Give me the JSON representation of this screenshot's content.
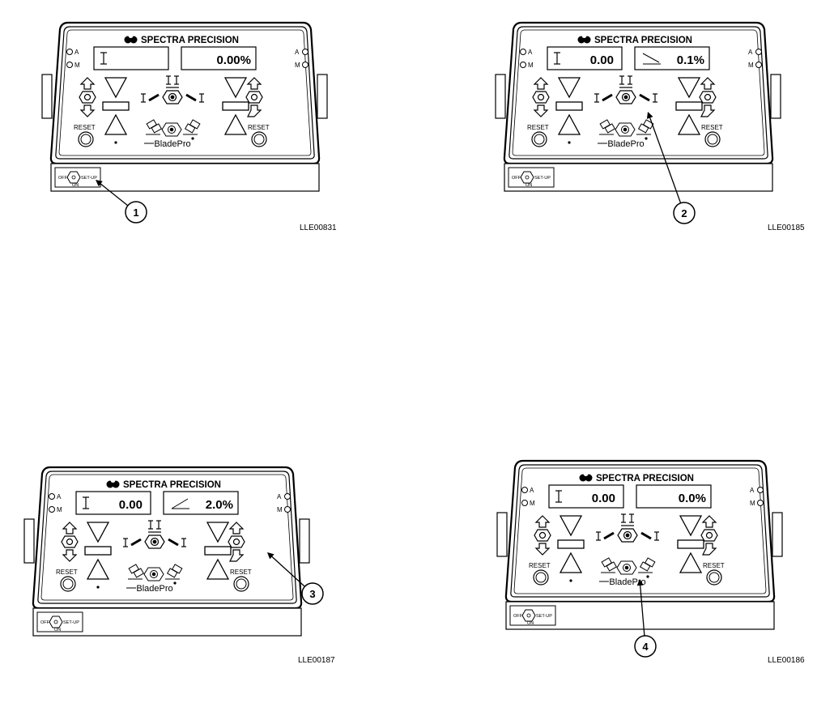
{
  "panels": [
    {
      "brand": "SPECTRA PRECISION",
      "led_a": "A",
      "led_m": "M",
      "display_left": "",
      "display_right": "0.00%",
      "slope_symbol": "none",
      "reset_left": "RESET",
      "reset_right": "RESET",
      "product": "BladePro",
      "switch_off": "OFF",
      "switch_setup": "SET-UP",
      "switch_on": "ON",
      "callout": "1",
      "figure_code": "LLE00831"
    },
    {
      "brand": "SPECTRA PRECISION",
      "led_a": "A",
      "led_m": "M",
      "display_left": "0.00",
      "display_right": "0.1%",
      "slope_symbol": "down",
      "reset_left": "RESET",
      "reset_right": "RESET",
      "product": "BladePro",
      "switch_off": "OFF",
      "switch_setup": "SET-UP",
      "switch_on": "ON",
      "callout": "2",
      "figure_code": "LLE00185"
    },
    {
      "brand": "SPECTRA PRECISION",
      "led_a": "A",
      "led_m": "M",
      "display_left": "0.00",
      "display_right": "2.0%",
      "slope_symbol": "up",
      "reset_left": "RESET",
      "reset_right": "RESET",
      "product": "BladePro",
      "switch_off": "OFF",
      "switch_setup": "SET-UP",
      "switch_on": "ON",
      "callout": "3",
      "figure_code": "LLE00187"
    },
    {
      "brand": "SPECTRA PRECISION",
      "led_a": "A",
      "led_m": "M",
      "display_left": "0.00",
      "display_right": "0.0%",
      "slope_symbol": "none",
      "reset_left": "RESET",
      "reset_right": "RESET",
      "product": "BladePro",
      "switch_off": "OFF",
      "switch_setup": "SET-UP",
      "switch_on": "ON",
      "callout": "4",
      "figure_code": "LLE00186"
    }
  ],
  "colors": {
    "ink": "#000000",
    "paper": "#ffffff"
  }
}
